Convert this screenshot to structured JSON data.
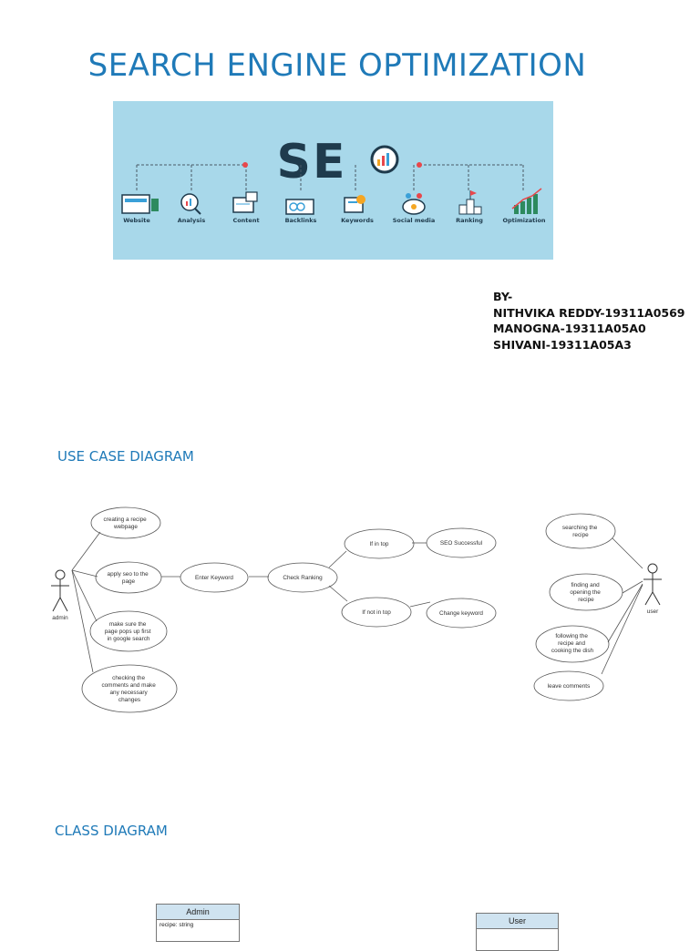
{
  "title": "SEARCH ENGINE OPTIMIZATION",
  "banner": {
    "logo_text": "SEO",
    "items": [
      "Website",
      "Analysis",
      "Content",
      "Backlinks",
      "Keywords",
      "Social media",
      "Ranking",
      "Optimization"
    ],
    "colors": {
      "background": "#a8d8ea",
      "dark": "#1f3b4d",
      "accent": "#e8474b"
    }
  },
  "authors": {
    "by": "BY-",
    "names": [
      "NITHVIKA REDDY-19311A0569",
      "MANOGNA-19311A05A0",
      "SHIVANI-19311A05A3"
    ]
  },
  "use_case": {
    "heading": "USE CASE DIAGRAM",
    "actors": {
      "admin": "admin",
      "user": "user"
    },
    "admin_cases": [
      [
        "creating a recipe",
        "webpage"
      ],
      [
        "apply seo to the",
        "page"
      ],
      [
        "make sure the",
        "page pops up first",
        "in google search"
      ],
      [
        "checking the",
        "comments and make",
        "any necessary",
        "changes"
      ]
    ],
    "flow": {
      "enter_keyword": "Enter Keyword",
      "check_ranking": "Check Ranking",
      "if_in_top": "If in top",
      "seo_successful": "SEO Successful",
      "if_not_in_top": "If not in top",
      "change_keyword": "Change keyword"
    },
    "user_cases": [
      [
        "searching the",
        "recipe"
      ],
      [
        "finding and",
        "opening the",
        "recipe"
      ],
      [
        "following the",
        "recipe and",
        "cooking the dish"
      ],
      [
        "leave comments"
      ]
    ]
  },
  "class_diagram": {
    "heading": "CLASS DIAGRAM",
    "classes": [
      {
        "name": "Admin",
        "attributes": [
          "recipe: string"
        ]
      },
      {
        "name": "User",
        "attributes": []
      }
    ]
  }
}
